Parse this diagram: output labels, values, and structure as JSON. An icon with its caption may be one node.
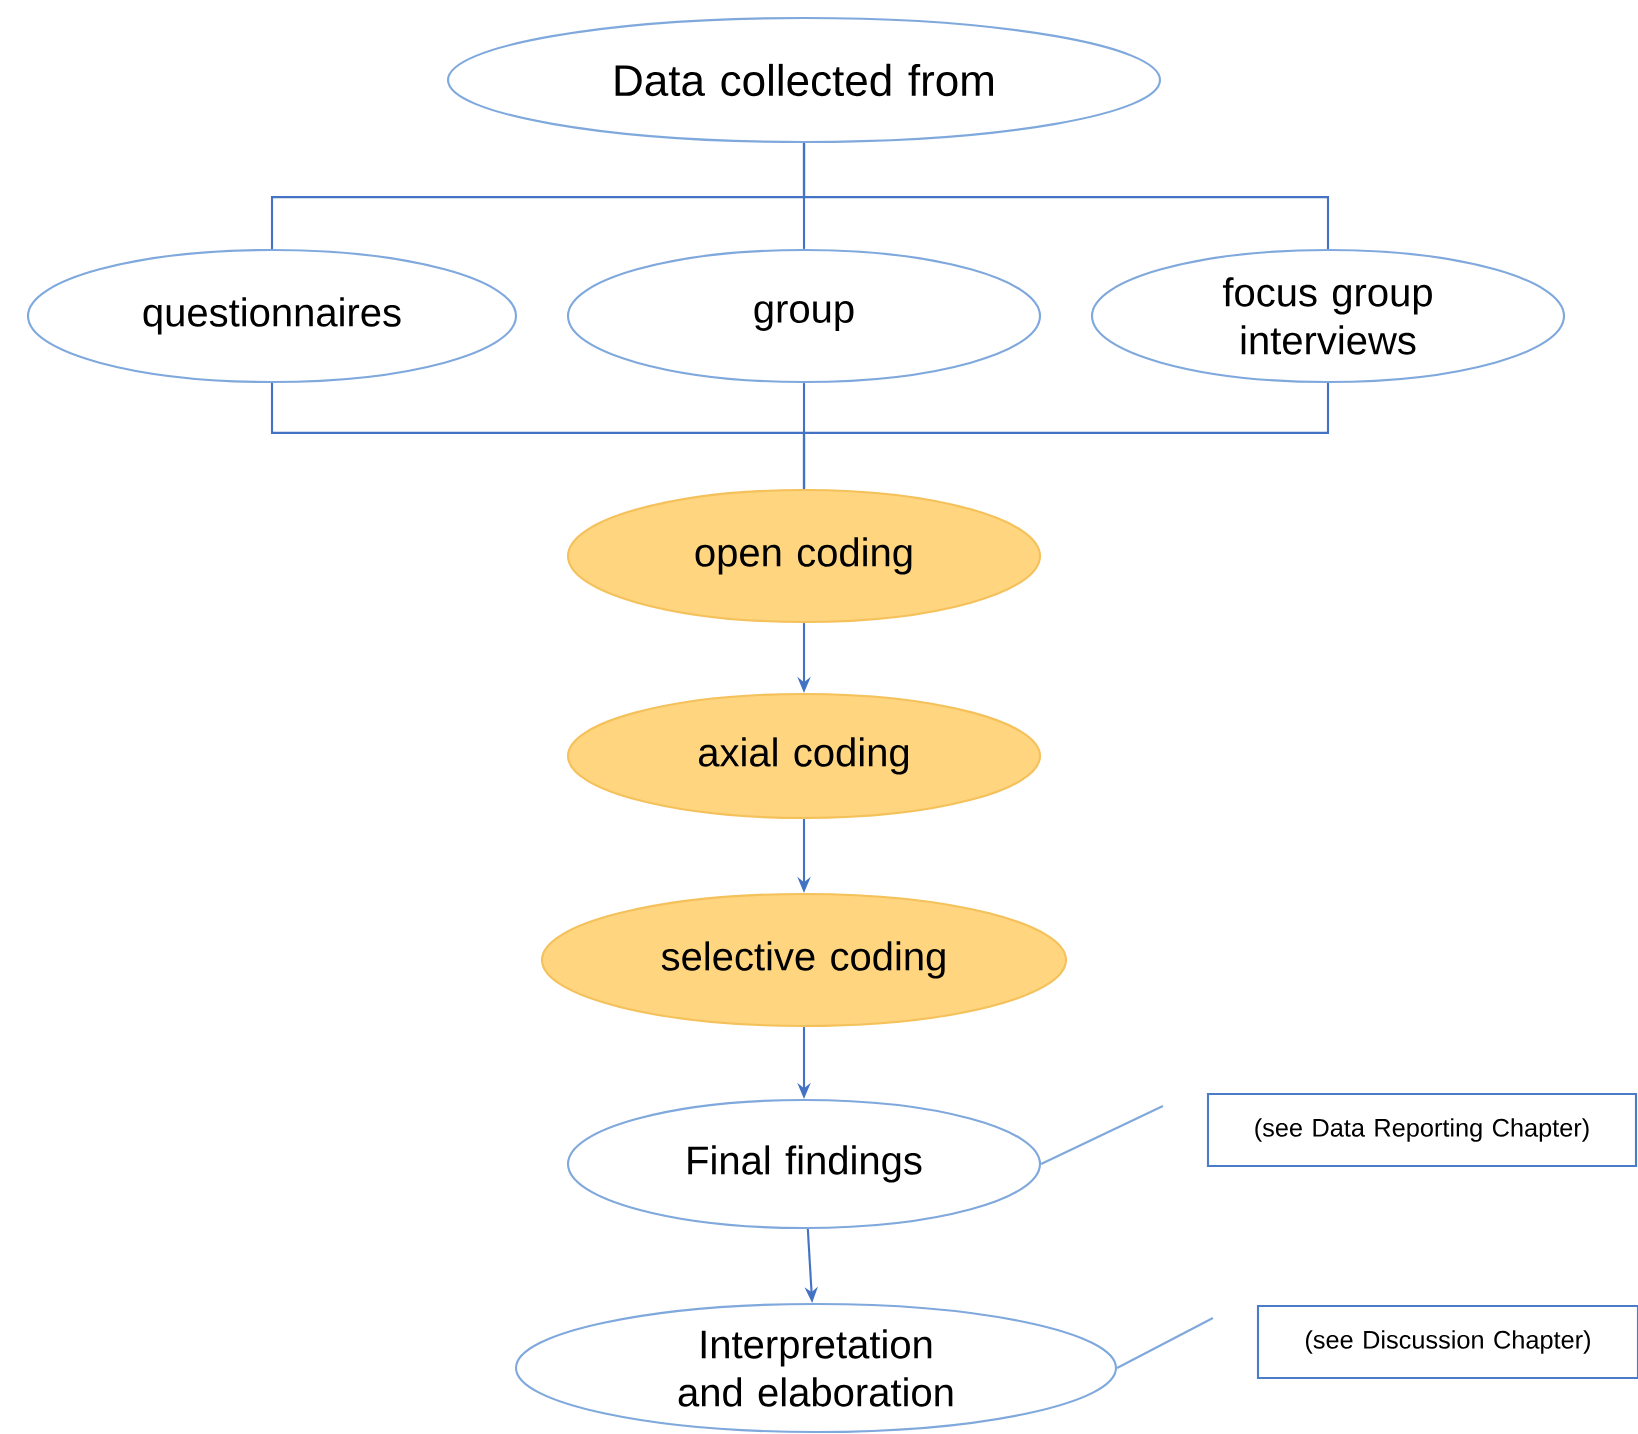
{
  "diagram": {
    "nodes": [
      {
        "text": [
          "Data collected from"
        ]
      },
      {
        "text": [
          "questionnaires"
        ]
      },
      {
        "text": [
          "group"
        ]
      },
      {
        "text": [
          "focus group interviews"
        ]
      },
      {
        "text": [
          "open coding"
        ]
      },
      {
        "text": [
          "axial coding"
        ]
      },
      {
        "text": [
          "selective coding"
        ]
      },
      {
        "text": [
          "Final findings"
        ]
      },
      {
        "text": [
          "Interpretation and elaboration"
        ]
      },
      {
        "text": [
          "(see Data Reporting Chapter)"
        ]
      },
      {
        "text": [
          "(see Discussion Chapter)"
        ]
      }
    ],
    "edges": [
      {
        "from": 0,
        "to": 1,
        "arrow": "none"
      },
      {
        "from": 0,
        "to": 2,
        "arrow": "none"
      },
      {
        "from": 0,
        "to": 3,
        "arrow": "none"
      },
      {
        "from": 1,
        "to": 4,
        "arrow": "none"
      },
      {
        "from": 2,
        "to": 4,
        "arrow": "none"
      },
      {
        "from": 3,
        "to": 4,
        "arrow": "none"
      },
      {
        "from": 4,
        "to": 5,
        "arrow": "to"
      },
      {
        "from": 5,
        "to": 6,
        "arrow": "to"
      },
      {
        "from": 6,
        "to": 7,
        "arrow": "to"
      },
      {
        "from": 7,
        "to": 8,
        "arrow": "to"
      },
      {
        "from": 9,
        "to": 7,
        "arrow": "none"
      },
      {
        "from": 10,
        "to": 8,
        "arrow": "none"
      }
    ]
  }
}
